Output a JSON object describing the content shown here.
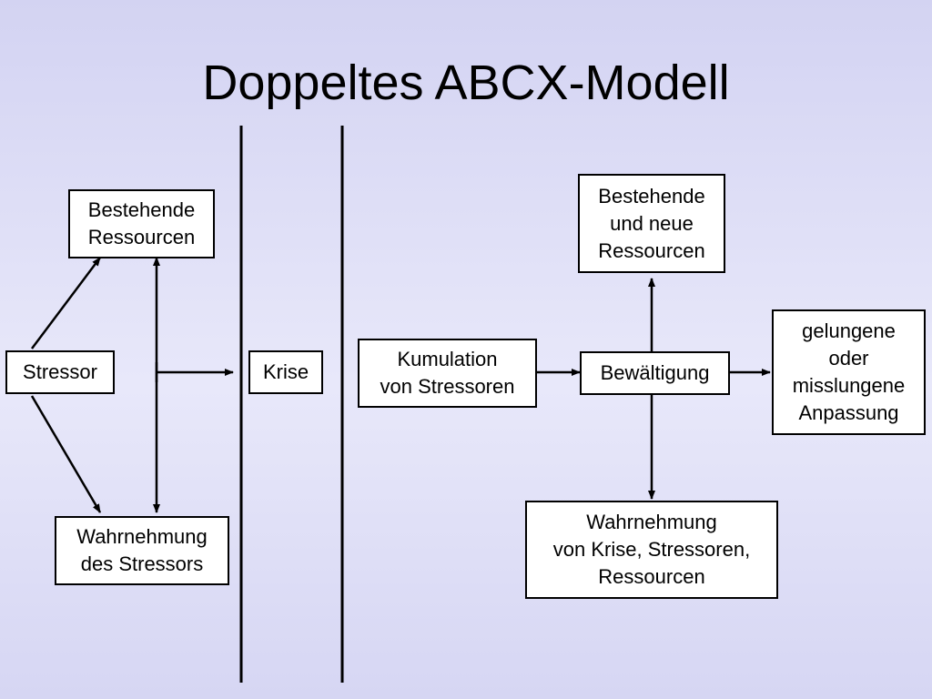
{
  "title": "Doppeltes ABCX-Modell",
  "nodes": {
    "stressor": {
      "lines": [
        "Stressor"
      ]
    },
    "resources_existing": {
      "lines": [
        "Bestehende",
        "Ressourcen"
      ]
    },
    "perception_stressor": {
      "lines": [
        "Wahrnehmung",
        "des Stressors"
      ]
    },
    "crisis": {
      "lines": [
        "Krise"
      ]
    },
    "stressor_pileup": {
      "lines": [
        "Kumulation",
        "von Stressoren"
      ]
    },
    "coping": {
      "lines": [
        "Bewältigung"
      ]
    },
    "resources_existing_new": {
      "lines": [
        "Bestehende",
        "und neue",
        "Ressourcen"
      ]
    },
    "perception_all": {
      "lines": [
        "Wahrnehmung",
        "von Krise, Stressoren,",
        "Ressourcen"
      ]
    },
    "adaptation": {
      "lines": [
        "gelungene",
        "oder",
        "misslungene",
        "Anpassung"
      ]
    }
  },
  "colors": {
    "stroke": "#000000",
    "box_fill": "#ffffff"
  }
}
